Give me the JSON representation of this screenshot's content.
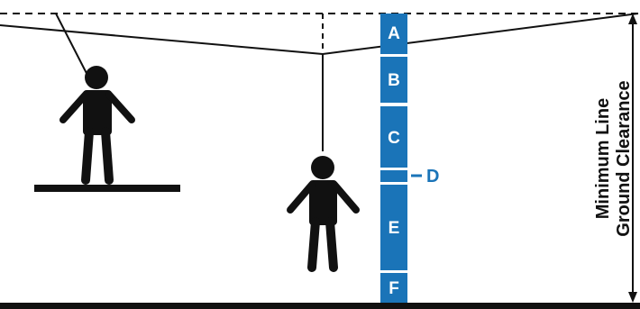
{
  "colors": {
    "segment_fill": "#1a74b8",
    "line": "#111111",
    "callout": "#1a74b8"
  },
  "segments": [
    {
      "id": "a",
      "label": "A"
    },
    {
      "id": "b",
      "label": "B"
    },
    {
      "id": "c",
      "label": "C"
    },
    {
      "id": "d",
      "label": ""
    },
    {
      "id": "e",
      "label": "E"
    },
    {
      "id": "f",
      "label": "F"
    }
  ],
  "callout": {
    "label": "D"
  },
  "clearance_label": {
    "line1": "Minimum Line",
    "line2": "Ground Clearance"
  },
  "icons": {
    "platform_person": "person-icon",
    "suspended_person": "person-icon"
  }
}
